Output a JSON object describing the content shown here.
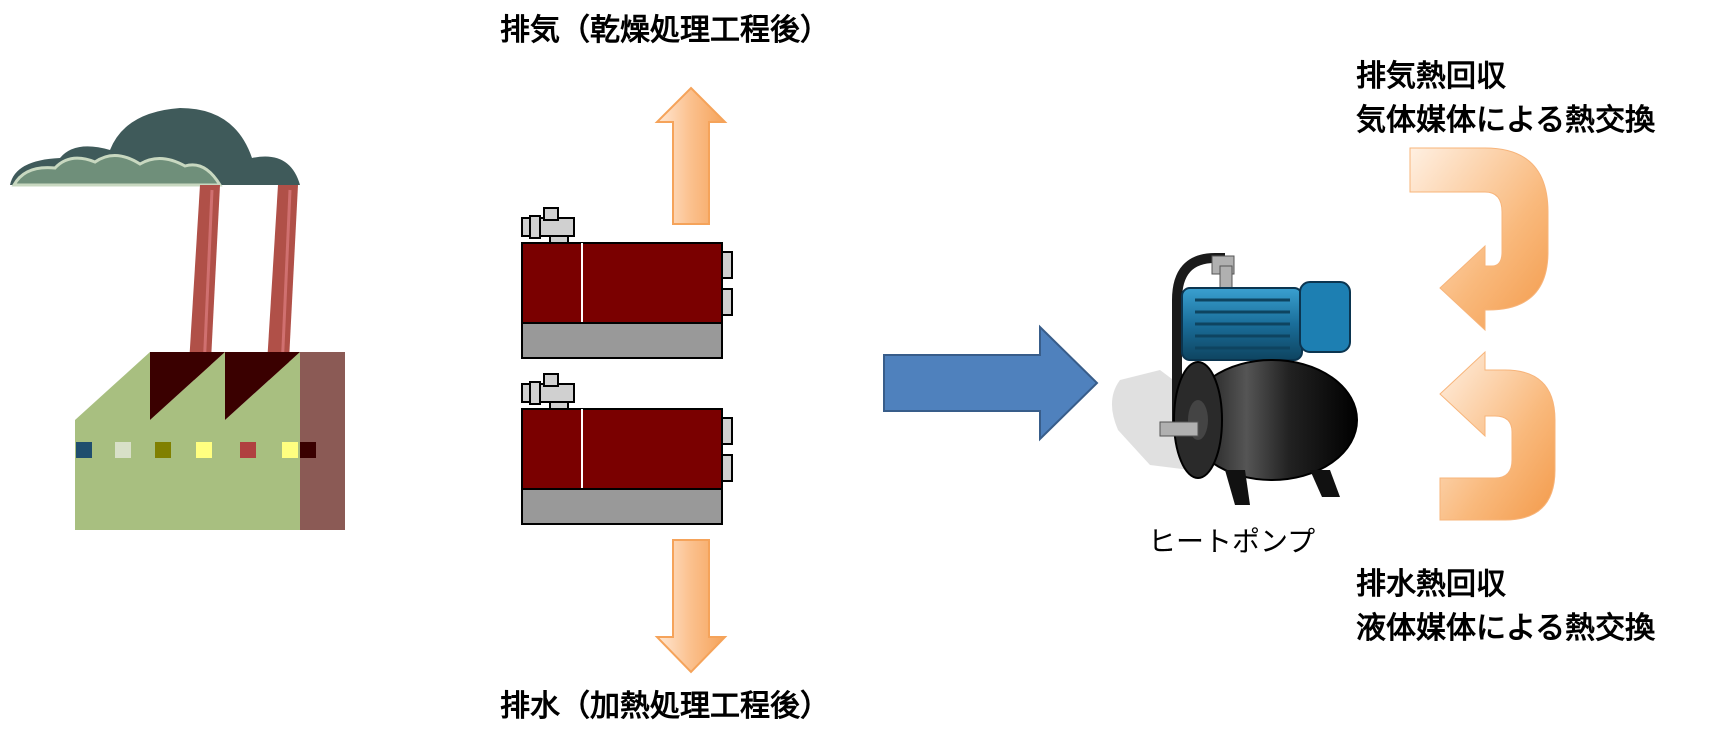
{
  "labels": {
    "exhaust_air": "排気（乾燥処理工程後）",
    "exhaust_water": "排水（加熱処理工程後）",
    "heat_pump": "ヒートポンプ",
    "air_recovery_line1": "排気熱回収",
    "air_recovery_line2": "気体媒体による熱交換",
    "water_recovery_line1": "排水熱回収",
    "water_recovery_line2": "液体媒体による熱交換"
  },
  "colors": {
    "smoke": "#3f5a5a",
    "smoke_inner": "#6f8f7a",
    "chimney": "#b05048",
    "factory_body": "#a8bf80",
    "factory_side": "#8b5a55",
    "boiler_body": "#7a0000",
    "boiler_base": "#999999",
    "orange_arrow_light": "#ffe4cc",
    "orange_arrow_dark": "#f6a55e",
    "blue_arrow": "#4f81bd",
    "blue_arrow_border": "#385d8a",
    "pump_motor": "#1a6e9a",
    "pump_tank": "#222222"
  },
  "icons": {
    "factory": "factory-icon",
    "boiler_top": "boiler-icon",
    "boiler_bottom": "boiler-icon",
    "heat_pump": "heat-pump-icon",
    "arrow_up": "arrow-up-icon",
    "arrow_down": "arrow-down-icon",
    "arrow_right": "arrow-right-icon",
    "u_turn_arrow_top": "u-turn-arrow-icon",
    "u_turn_arrow_bottom": "u-turn-arrow-icon"
  }
}
